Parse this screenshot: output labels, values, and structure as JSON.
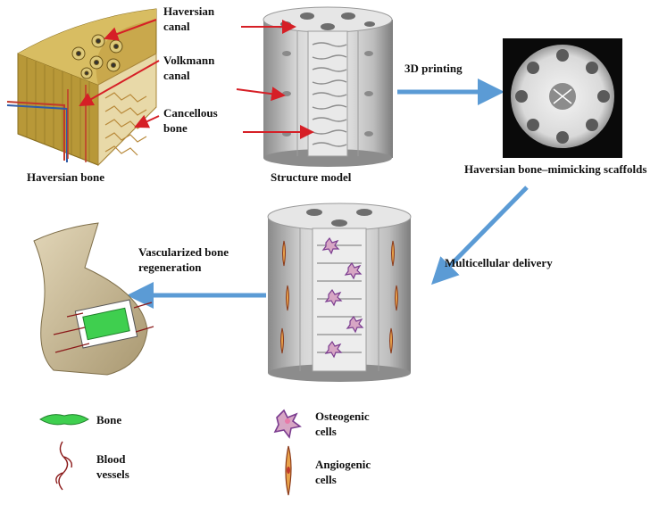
{
  "labels": {
    "haversian_canal": [
      "Haversian",
      "canal"
    ],
    "volkmann_canal": [
      "Volkmann",
      "canal"
    ],
    "cancellous_bone": [
      "Cancellous",
      "bone"
    ],
    "haversian_bone": "Haversian bone",
    "structure_model": "Structure model",
    "printing": "3D printing",
    "scaffolds": "Haversian bone–mimicking scaffolds",
    "multicellular": "Multicellular delivery",
    "vascularized": [
      "Vascularized bone",
      "regeneration"
    ]
  },
  "legend": {
    "bone": "Bone",
    "blood_vessels": [
      "Blood",
      "vessels"
    ],
    "osteogenic": [
      "Osteogenic",
      "cells"
    ],
    "angiogenic": [
      "Angiogenic",
      "cells"
    ]
  },
  "colors": {
    "red_arrow": "#d61f26",
    "blue_arrow": "#5b9bd5",
    "bone_green": "#3fcf4f",
    "vessel": "#8b1a1a",
    "osteogenic": "#7a3b8f",
    "angiogenic": "#c8742a",
    "bone_wall": "#b9b9b9",
    "femur": "#cdbd9a",
    "wedge": "#c9a84c"
  }
}
